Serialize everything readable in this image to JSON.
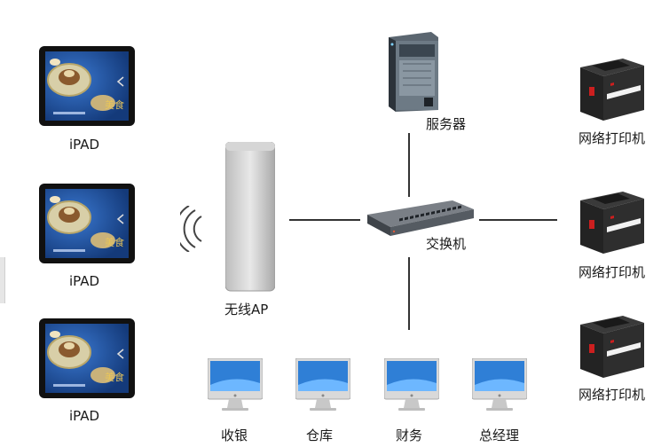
{
  "diagram": {
    "ipads": [
      {
        "label": "iPAD"
      },
      {
        "label": "iPAD"
      },
      {
        "label": "iPAD"
      }
    ],
    "ipad_screen_text": "美食",
    "ap": {
      "label": "无线AP"
    },
    "server": {
      "label": "服务器"
    },
    "switch": {
      "label": "交换机"
    },
    "printers": [
      {
        "label": "网络打印机"
      },
      {
        "label": "网络打印机"
      },
      {
        "label": "网络打印机"
      }
    ],
    "computers": [
      {
        "label": "收银"
      },
      {
        "label": "仓库"
      },
      {
        "label": "财务"
      },
      {
        "label": "总经理"
      }
    ],
    "colors": {
      "line": "#333333",
      "ipad_bezel": "#111111",
      "screen_blue": "#1d4f9c",
      "printer_body": "#2a2a2a",
      "accent_red": "#cc1f1f"
    }
  }
}
